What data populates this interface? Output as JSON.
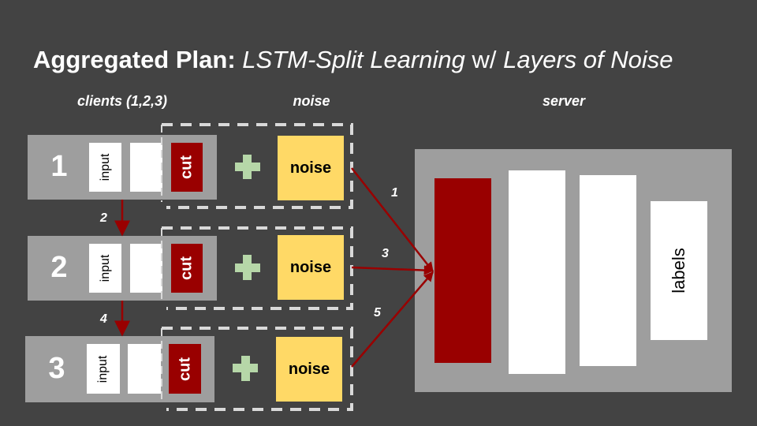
{
  "title": {
    "bold_part": "Aggregated Plan:",
    "italic_part": "LSTM-Split Learning",
    "normal_part": "w/",
    "italic_part2": "Layers of Noise"
  },
  "headers": {
    "clients": "clients (1,2,3)",
    "noise": "noise",
    "server": "server"
  },
  "clients": [
    {
      "number": "1",
      "input_label": "input",
      "cut_label": "cut",
      "noise_label": "noise"
    },
    {
      "number": "2",
      "input_label": "input",
      "cut_label": "cut",
      "noise_label": "noise"
    },
    {
      "number": "3",
      "input_label": "input",
      "cut_label": "cut",
      "noise_label": "noise"
    }
  ],
  "server": {
    "labels_label": "labels"
  },
  "steps": {
    "client1_to_client2": "2",
    "client2_to_client3": "4",
    "noise1_to_server": "1",
    "noise2_to_server": "3",
    "noise3_to_server": "5"
  },
  "colors": {
    "background": "#434343",
    "client_box": "#9e9e9e",
    "cut_layer": "#990000",
    "noise_box": "#ffd966",
    "plus": "#b6d7a8",
    "arrow": "#990000",
    "dashed_border": "#d9d9d9"
  }
}
